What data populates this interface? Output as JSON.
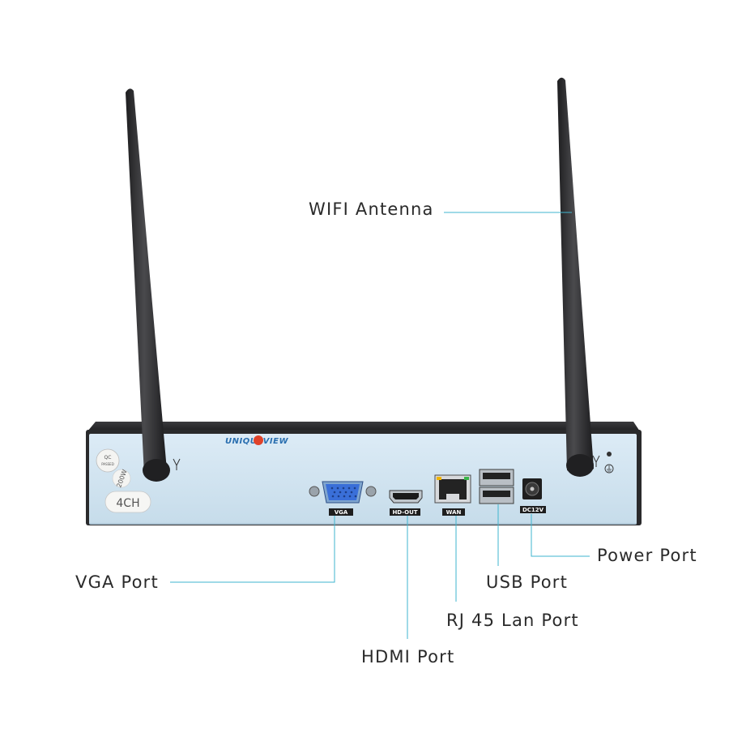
{
  "callouts": {
    "wifi": "WIFI Antenna",
    "power": "Power Port",
    "usb": "USB Port",
    "vga": "VGA Port",
    "rj45": "RJ 45 Lan Port",
    "hdmi": "HDMI Port"
  },
  "device": {
    "brand": "UNIQUEVIEW",
    "model": "4CH",
    "sticker": "200W",
    "qc_line1": "QC",
    "qc_line2": "PASSED",
    "ports": {
      "vga": "VGA",
      "hdmi": "HD-OUT",
      "wan": "WAN",
      "dc": "DC12V"
    }
  },
  "colors": {
    "leader_line": "#3fb6cf",
    "panel": "#cfe3f0",
    "chassis": "#2a2a2c",
    "antenna": "#2b2b2d",
    "vga_port": "#3a6fd8",
    "brand": "#2a6fb0"
  }
}
